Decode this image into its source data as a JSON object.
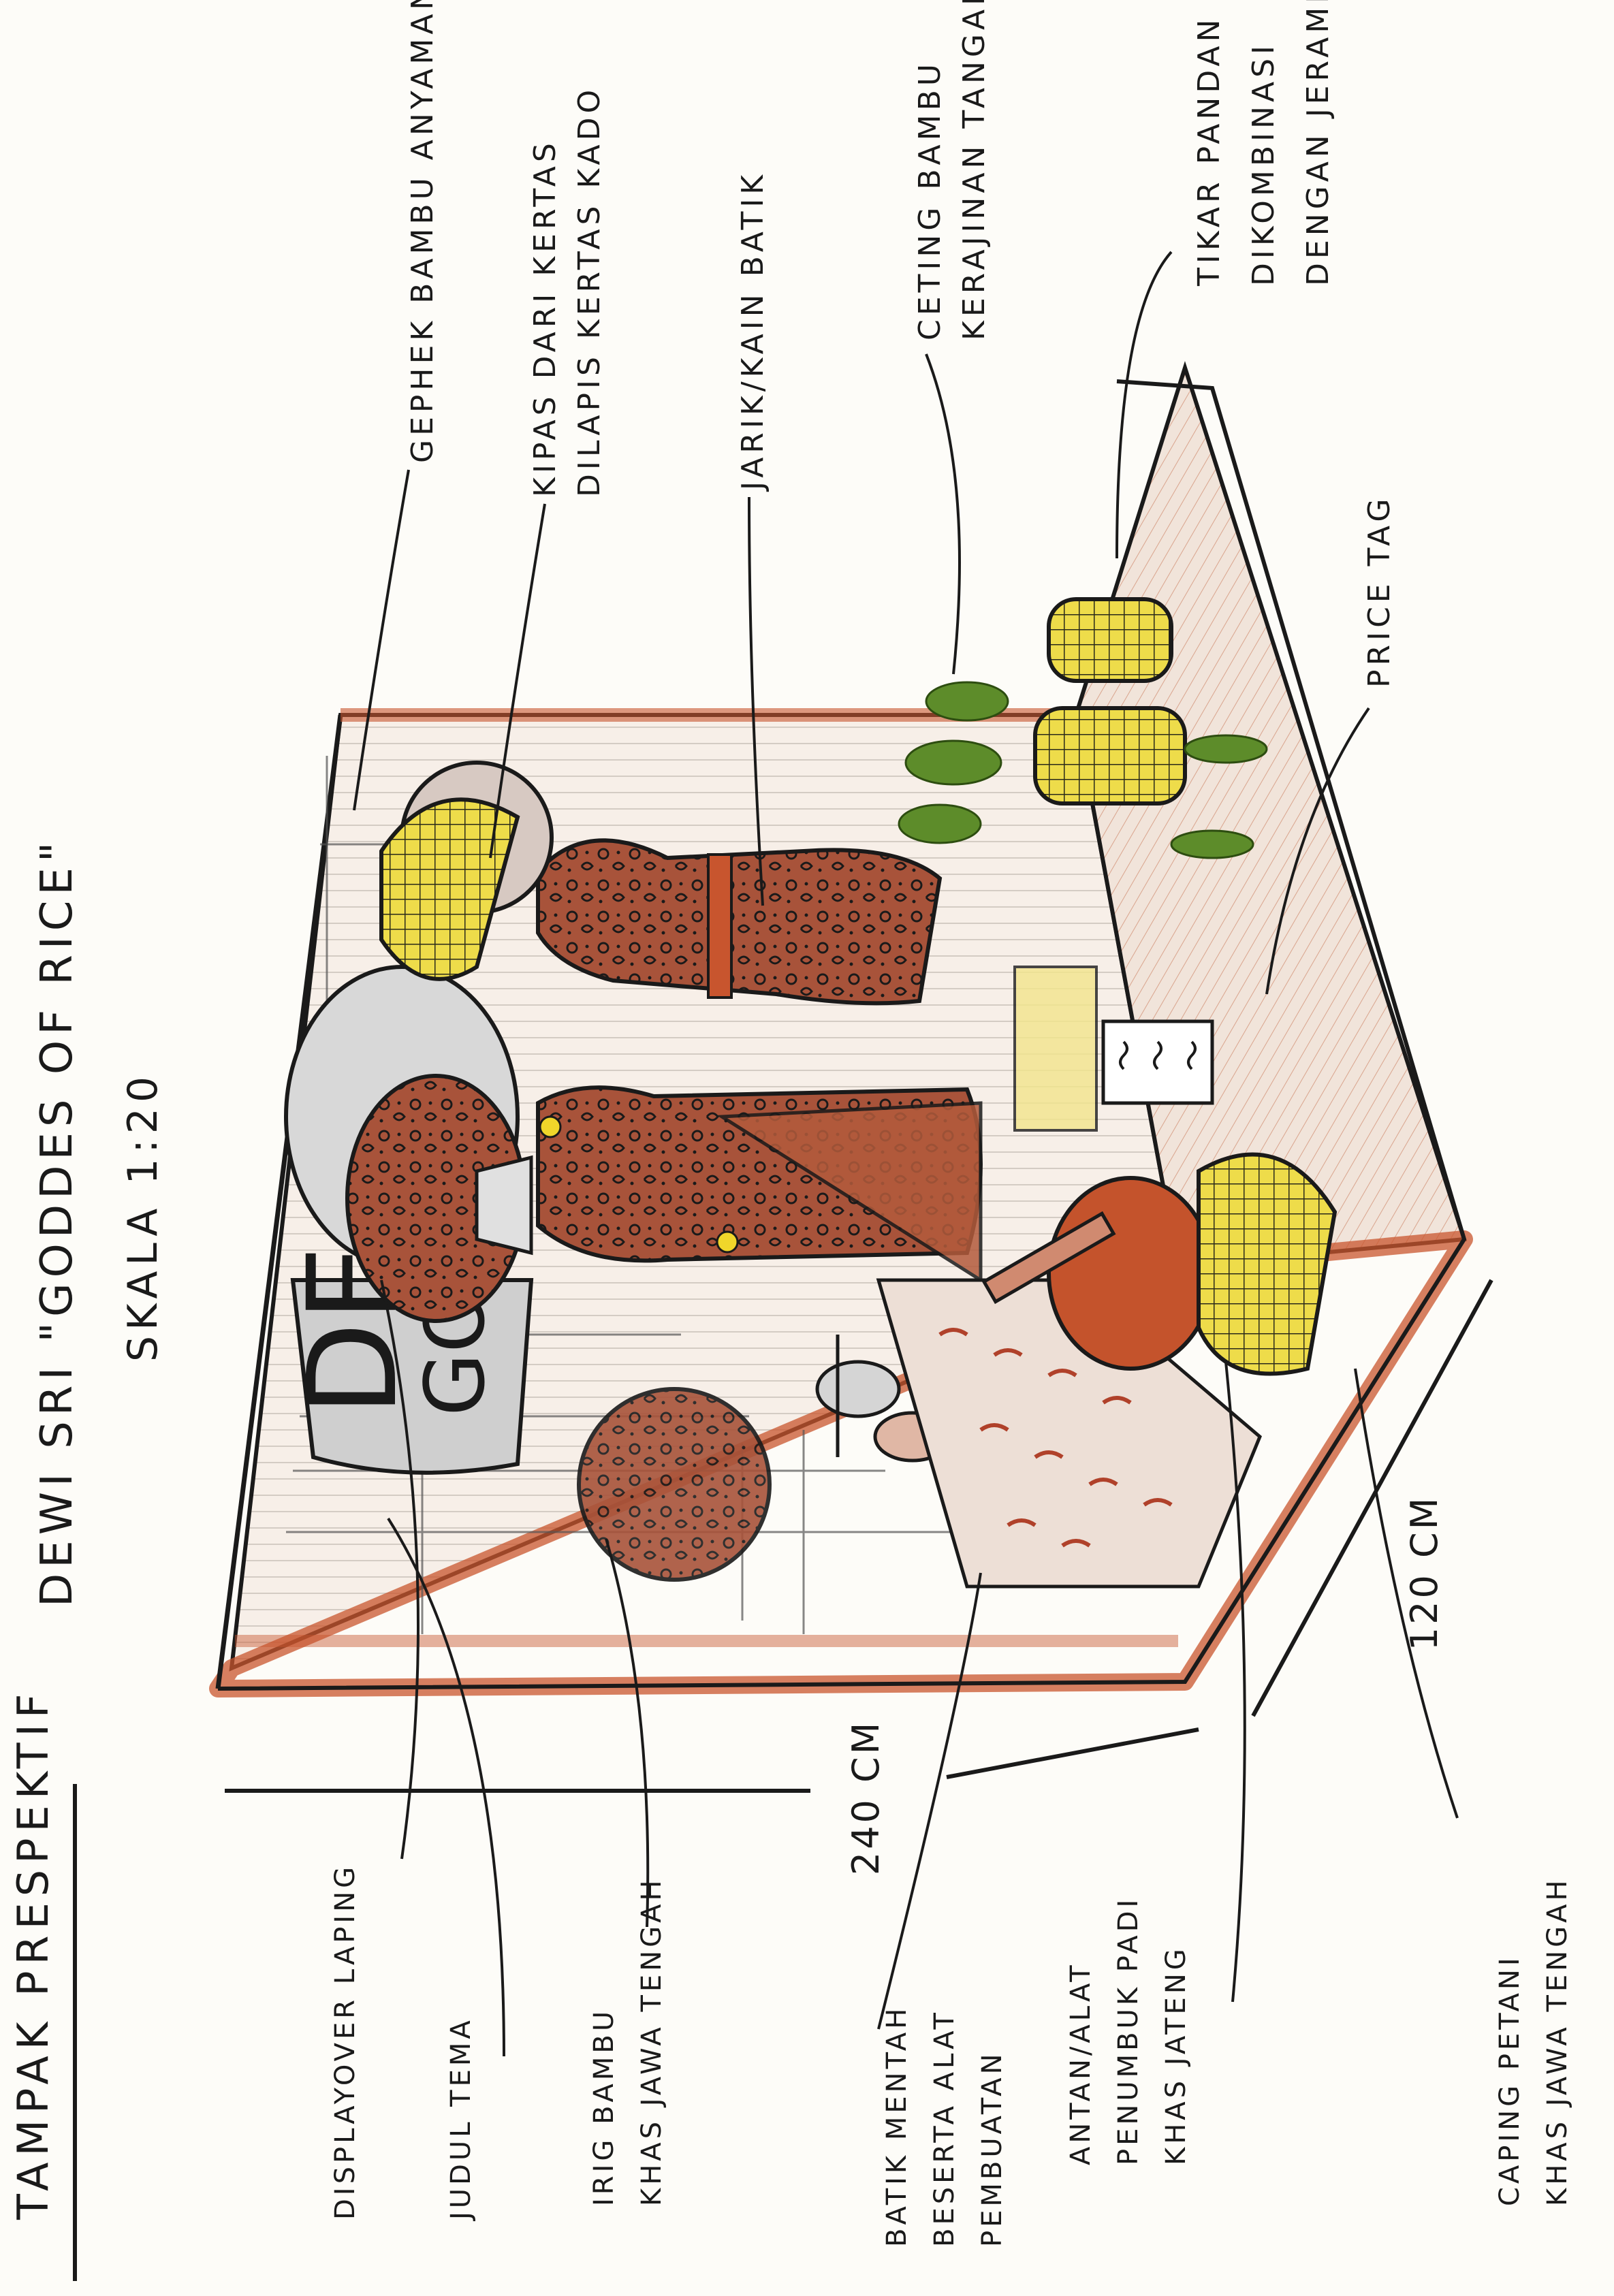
{
  "sheet": {
    "heading": "TAMPAK PRESPEKTIF",
    "title": "DEWI SRI \"GODDES OF RICE\"",
    "scale": "SKALA 1:20",
    "width_dimension": "240 CM",
    "depth_dimension": "120 CM",
    "theme_letters": [
      "DE",
      "GO"
    ]
  },
  "labels_top": [
    {
      "lines": [
        "GEPHEK BAMBU ANYAMAN"
      ]
    },
    {
      "lines": [
        "KIPAS DARI KERTAS",
        "DILAPIS KERTAS KADO"
      ]
    },
    {
      "lines": [
        "JARIK/KAIN BATIK"
      ]
    },
    {
      "lines": [
        "CETING BAMBU",
        "KERAJINAN TANGAN"
      ]
    },
    {
      "lines": [
        "TIKAR PANDAN",
        "DIKOMBINASI",
        "DENGAN JERAMI"
      ]
    },
    {
      "lines": [
        "PRICE TAG"
      ]
    }
  ],
  "labels_bottom": [
    {
      "lines": [
        "DISPLAYOVER LAPING"
      ]
    },
    {
      "lines": [
        "JUDUL TEMA"
      ]
    },
    {
      "lines": [
        "IRIG BAMBU",
        "KHAS JAWA TENGAH"
      ]
    },
    {
      "lines": [
        "BATIK MENTAH",
        "BESERTA ALAT",
        "PEMBUATAN"
      ]
    },
    {
      "lines": [
        "ANTAN/ALAT",
        "PENUMBUK PADI",
        "KHAS JATENG"
      ]
    },
    {
      "lines": [
        "CAPING PETANI",
        "KHAS JAWA TENGAH"
      ]
    }
  ],
  "colors": {
    "ink": "#1a1a1a",
    "terracotta": "#c8552e",
    "floor": "#e9d9d0",
    "batik": "#8a3a26",
    "bamboo": "#e6d23a",
    "leaf": "#5d8c2a",
    "grey": "#c9c9c9",
    "paper": "#fdfcf8"
  }
}
